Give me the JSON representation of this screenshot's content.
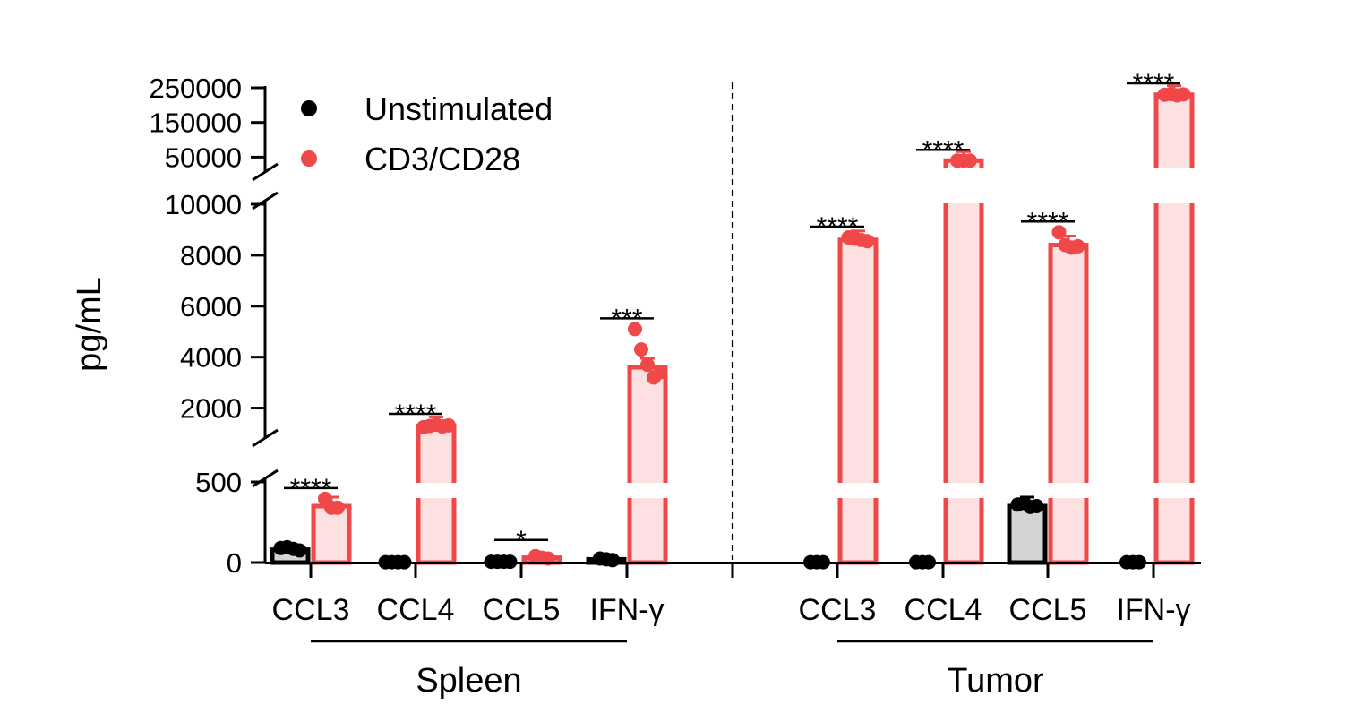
{
  "chart_data": {
    "type": "bar",
    "ylabel": "pg/mL",
    "y_axis_scale": "segmented (broken axis)",
    "y_axis_segments": [
      {
        "range": [
          0,
          500
        ],
        "ticks": [
          0,
          500
        ]
      },
      {
        "range": [
          1000,
          10000
        ],
        "ticks": [
          2000,
          4000,
          6000,
          8000,
          10000
        ]
      },
      {
        "range": [
          20000,
          250000
        ],
        "ticks": [
          50000,
          150000,
          250000
        ]
      }
    ],
    "ytick_labels": [
      "0",
      "500",
      "2000",
      "4000",
      "6000",
      "8000",
      "10000",
      "50000",
      "150000",
      "250000"
    ],
    "legend": {
      "placement": "top-left",
      "entries": [
        {
          "label": "Unstimulated",
          "color": "#000000"
        },
        {
          "label": "CD3/CD28",
          "color": "#f04848"
        }
      ]
    },
    "groups": [
      {
        "name": "Spleen",
        "categories": [
          "CCL3",
          "CCL4",
          "CCL5",
          "IFN-γ"
        ],
        "series": [
          {
            "name": "Unstimulated",
            "values": [
              80,
              2,
              5,
              20
            ],
            "points": [
              [
                90,
                95,
                85,
                75
              ],
              [
                2,
                2,
                2,
                2
              ],
              [
                5,
                5,
                5,
                5
              ],
              [
                25,
                20,
                15
              ]
            ]
          },
          {
            "name": "CD3/CD28",
            "values": [
              350,
              1300,
              30,
              3600
            ],
            "points": [
              [
                395,
                340,
                340
              ],
              [
                1250,
                1300,
                1350,
                1280,
                1320
              ],
              [
                40,
                30,
                25
              ],
              [
                5100,
                4300,
                3700,
                3200,
                3400
              ]
            ]
          }
        ],
        "significance": [
          "****",
          "****",
          "*",
          "***"
        ]
      },
      {
        "name": "Tumor",
        "categories": [
          "CCL3",
          "CCL4",
          "CCL5",
          "IFN-γ"
        ],
        "series": [
          {
            "name": "Unstimulated",
            "values": [
              2,
              2,
              350,
              2
            ],
            "points": [
              [
                2,
                2,
                2
              ],
              [
                2,
                2,
                2
              ],
              [
                360,
                370,
                345,
                350
              ],
              [
                2,
                2,
                2
              ]
            ]
          },
          {
            "name": "CD3/CD28",
            "values": [
              8600,
              40000,
              8400,
              230000
            ],
            "points": [
              [
                8700,
                8650,
                8600,
                8550
              ],
              [
                40000,
                40000,
                40000
              ],
              [
                8900,
                8400,
                8300,
                8350
              ],
              [
                230000,
                232000,
                228000,
                231000
              ]
            ]
          }
        ],
        "significance": [
          "****",
          "****",
          "****",
          "****"
        ]
      }
    ],
    "colors": {
      "unstim_edge": "#000000",
      "unstim_fill": "#d4d4d4",
      "stim_edge": "#f04848",
      "stim_fill": "#fde0e0"
    }
  }
}
